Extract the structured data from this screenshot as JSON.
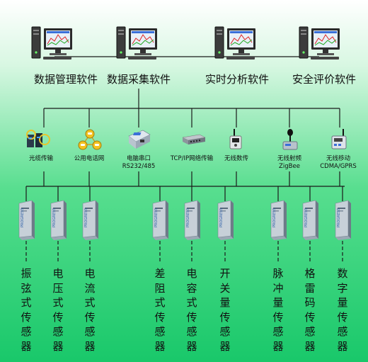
{
  "top_level": [
    {
      "label": "数据管理软件",
      "icon": "computer-icon"
    },
    {
      "label": "数据采集软件",
      "icon": "computer-icon"
    },
    {
      "label": "实时分析软件",
      "icon": "computer-icon"
    },
    {
      "label": "安全评价软件",
      "icon": "computer-icon"
    }
  ],
  "transmission": [
    {
      "label": "光缆传输",
      "icon": "fiber-optic-icon"
    },
    {
      "label": "公用电话网",
      "icon": "telephone-network-icon"
    },
    {
      "label": "电脑串口\nRS232/485",
      "icon": "serial-converter-icon"
    },
    {
      "label": "TCP/IP网络传输",
      "icon": "network-switch-icon"
    },
    {
      "label": "无线数传",
      "icon": "wireless-radio-icon"
    },
    {
      "label": "无线射频\nZigBee",
      "icon": "zigbee-antenna-icon"
    },
    {
      "label": "无线移动\nCDMA/GPRS",
      "icon": "gprs-modem-icon"
    }
  ],
  "sensors": [
    {
      "label": "振弦式传感器",
      "icon": "sensor-module-icon"
    },
    {
      "label": "电压式传感器",
      "icon": "sensor-module-icon"
    },
    {
      "label": "电流式传感器",
      "icon": "sensor-module-icon"
    },
    {
      "label": "差阻式传感器",
      "icon": "sensor-module-icon"
    },
    {
      "label": "电容式传感器",
      "icon": "sensor-module-icon"
    },
    {
      "label": "开关量传感器",
      "icon": "sensor-module-icon"
    },
    {
      "label": "脉冲量传感器",
      "icon": "sensor-module-icon"
    },
    {
      "label": "格雷码传感器",
      "icon": "sensor-module-icon"
    },
    {
      "label": "数字量传感器",
      "icon": "sensor-module-icon"
    }
  ],
  "colors": {
    "line": "#1a1a1a",
    "bg_top": "#ffffff",
    "bg_bottom": "#19c86a"
  }
}
